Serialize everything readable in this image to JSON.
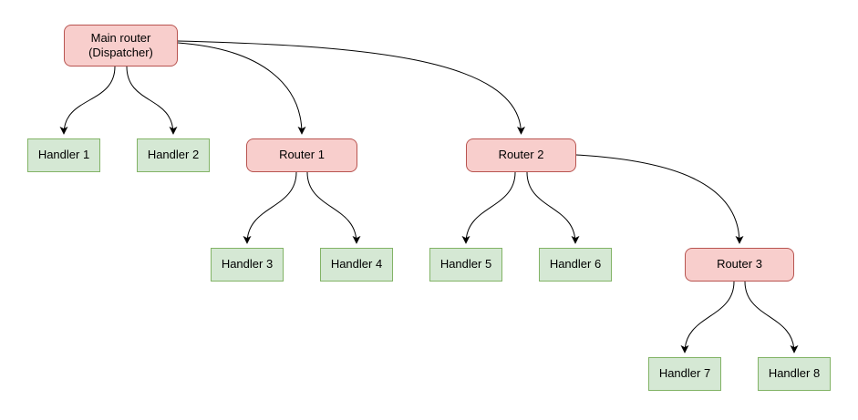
{
  "diagram": {
    "nodes": {
      "main": {
        "label": "Main router\n(Dispatcher)",
        "type": "router"
      },
      "handler1": {
        "label": "Handler 1",
        "type": "handler"
      },
      "handler2": {
        "label": "Handler 2",
        "type": "handler"
      },
      "router1": {
        "label": "Router 1",
        "type": "router"
      },
      "router2": {
        "label": "Router 2",
        "type": "router"
      },
      "handler3": {
        "label": "Handler 3",
        "type": "handler"
      },
      "handler4": {
        "label": "Handler 4",
        "type": "handler"
      },
      "handler5": {
        "label": "Handler 5",
        "type": "handler"
      },
      "handler6": {
        "label": "Handler 6",
        "type": "handler"
      },
      "router3": {
        "label": "Router 3",
        "type": "router"
      },
      "handler7": {
        "label": "Handler 7",
        "type": "handler"
      },
      "handler8": {
        "label": "Handler 8",
        "type": "handler"
      }
    },
    "edges": [
      {
        "from": "main",
        "to": "handler1"
      },
      {
        "from": "main",
        "to": "handler2"
      },
      {
        "from": "main",
        "to": "router1"
      },
      {
        "from": "main",
        "to": "router2"
      },
      {
        "from": "router1",
        "to": "handler3"
      },
      {
        "from": "router1",
        "to": "handler4"
      },
      {
        "from": "router2",
        "to": "handler5"
      },
      {
        "from": "router2",
        "to": "handler6"
      },
      {
        "from": "router2",
        "to": "router3"
      },
      {
        "from": "router3",
        "to": "handler7"
      },
      {
        "from": "router3",
        "to": "handler8"
      }
    ]
  },
  "colors": {
    "router_fill": "#f8cecc",
    "router_border": "#b85450",
    "handler_fill": "#d5e8d4",
    "handler_border": "#82b366",
    "edge_color": "#000000",
    "canvas_bg": "#ffffff"
  }
}
